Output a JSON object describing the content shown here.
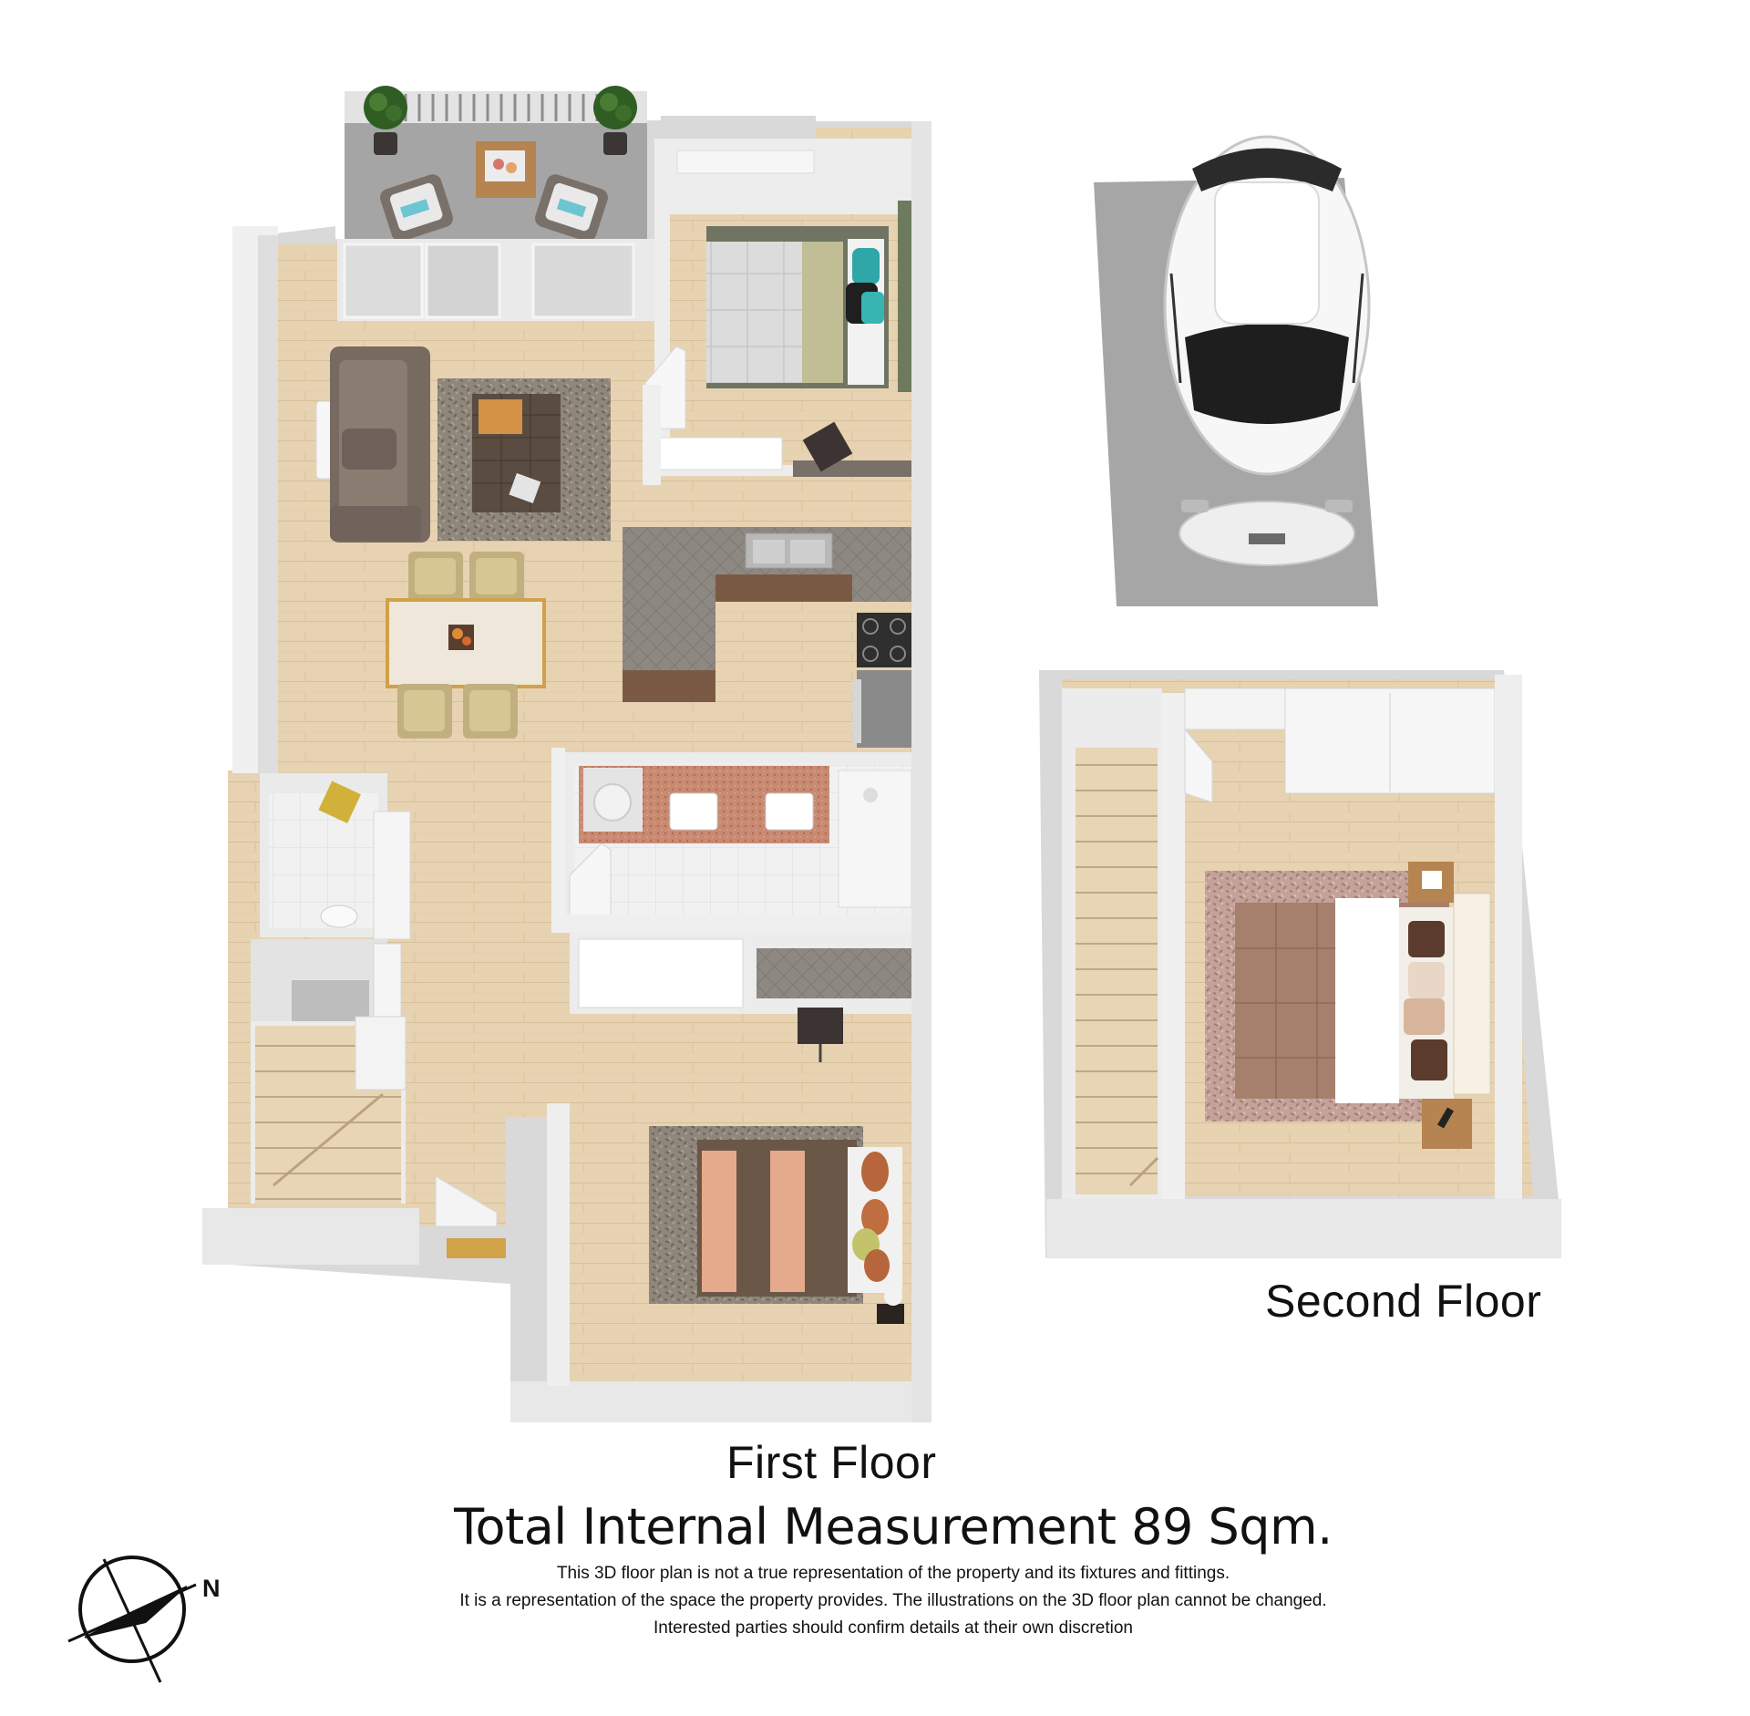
{
  "labels": {
    "second_floor": "Second Floor",
    "first_floor": "First Floor",
    "total_measurement": "Total Internal Measurement 89 Sqm.",
    "disclaimer_line1": "This 3D floor plan is not a true representation of the property and its fixtures and fittings.",
    "disclaimer_line2": "It is a representation of the space the property provides. The illustrations on the 3D floor plan cannot be changed.",
    "disclaimer_line3": "Interested parties should confirm details at their own discretion"
  },
  "compass": {
    "north_label": "N"
  },
  "colors": {
    "floor_wood": "#e6d2b0",
    "wall": "#f2f2f2",
    "wall_shadow": "#d4d4d4",
    "balcony_tile": "#a9a9a9",
    "carport": "#a6a6a6",
    "counter": "#8f8a84",
    "sofa": "#7d6d60",
    "rug": "#8c8379",
    "bed_brown": "#6b5a4c",
    "bed_peach": "#e3aa8c",
    "bed_mauve": "#a98271",
    "accent_teal": "#2fa6a8",
    "tile_red": "#c9806a",
    "text": "#111111"
  }
}
